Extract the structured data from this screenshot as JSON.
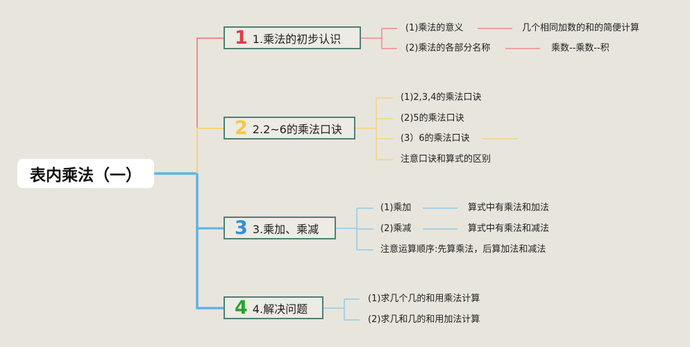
{
  "root": {
    "title": "表内乘法（一）"
  },
  "colors": {
    "branch1": "#f08a8a",
    "branch2": "#f7d37a",
    "branch3": "#5fb3e6",
    "branch4": "#66b6e8"
  },
  "branches": [
    {
      "number": "1",
      "number_color": "#e23b4a",
      "label": "1.乘法的初步认识",
      "children": [
        {
          "label": "(1)乘法的意义",
          "detail": "几个相同加数的和的简便计算"
        },
        {
          "label": "(2)乘法的各部分名称",
          "detail": "乘数--乘数--积"
        }
      ]
    },
    {
      "number": "2",
      "number_color": "#f6c746",
      "label": "2.2~6的乘法口诀",
      "children": [
        {
          "label": "(1)2,3,4的乘法口诀"
        },
        {
          "label": "(2)5的乘法口诀"
        },
        {
          "label": "(3）6的乘法口诀"
        },
        {
          "label": "注意口诀和算式的区别"
        }
      ]
    },
    {
      "number": "3",
      "number_color": "#2f8fd8",
      "label": "3.乘加、乘减",
      "children": [
        {
          "label": "(1)乘加",
          "detail": "算式中有乘法和加法"
        },
        {
          "label": "(2)乘减",
          "detail": "算式中有乘法和减法"
        },
        {
          "label": "注意运算顺序:先算乘法，后算加法和减法"
        }
      ]
    },
    {
      "number": "4",
      "number_color": "#2aa12e",
      "label": "4.解决问题",
      "children": [
        {
          "label": "(1)求几个几的和用乘法计算"
        },
        {
          "label": "(2)求几和几的和用加法计算"
        }
      ]
    }
  ]
}
